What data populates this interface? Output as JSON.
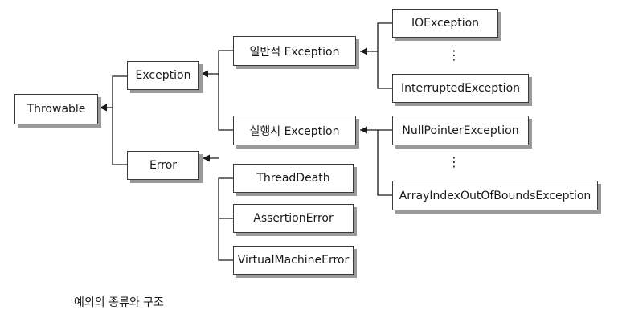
{
  "nodes": {
    "throwable": "Throwable",
    "exception": "Exception",
    "error": "Error",
    "checked_exception": "일반적 Exception",
    "runtime_exception": "실행시 Exception",
    "io_exception": "IOException",
    "interrupted_exception": "InterruptedException",
    "null_pointer_exception": "NullPointerException",
    "array_index_exception": "ArrayIndexOutOfBoundsException",
    "thread_death": "ThreadDeath",
    "assertion_error": "AssertionError",
    "virtual_machine_error": "VirtualMachineError"
  },
  "ellipsis": "⋮",
  "caption": "예외의 종류와 구조"
}
